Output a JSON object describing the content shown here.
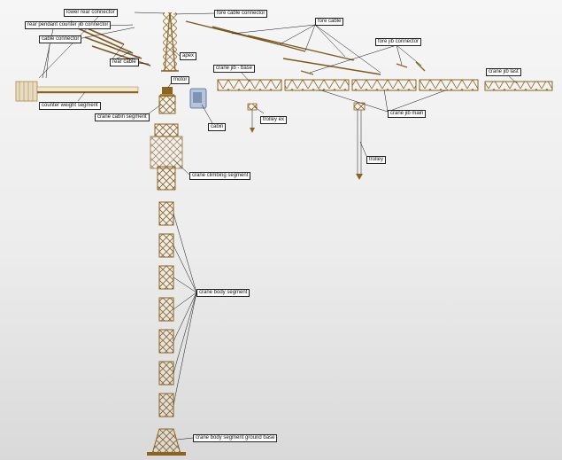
{
  "labels": {
    "lower_rear_connector": "lower rear connector",
    "fore_cable_connector": "fore cable connector",
    "rear_pendant_counter_jib_connector": "rear pendant counter jib connector",
    "cable_connector": "cable connector",
    "rear_cable": "rear cable",
    "fore_cable": "fore cable",
    "fore_jib_connector": "fore jib connector",
    "apex": "apex",
    "crane_jib_base": "crane jib - base",
    "crane_jib_last": "crane jib last",
    "motor": "motor",
    "counter_weight_segment": "counter weight segment",
    "crane_cabin_segment": "crane cabin segment",
    "cabin": "cabin",
    "trolley_ex": "trolley ex",
    "crane_jib_main": "crane jib main",
    "trolley": "trolley",
    "crane_climbing_segment": "crane climbing segment",
    "crane_body_segment": "crane body segment",
    "crane_body_segment_ground_base": "crane body segment ground base"
  },
  "colors": {
    "steel": "#8a6420",
    "steel_light": "#b08a3c",
    "leader": "#111111",
    "cable": "#7a5a20",
    "cabin": "#7d93b6"
  }
}
